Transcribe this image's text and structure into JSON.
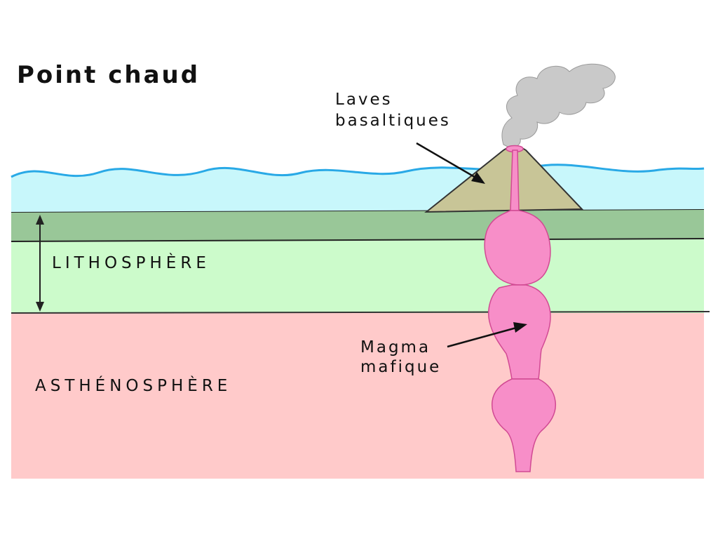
{
  "title": "Point chaud",
  "labels": {
    "lithosphere": "LITHOSPHÈRE",
    "asthenosphere": "ASTHÉNOSPHÈRE",
    "lava_line1": "Laves",
    "lava_line2": "basaltiques",
    "magma_line1": "Magma",
    "magma_line2": "mafique"
  },
  "colors": {
    "ocean": "#c8f7fb",
    "ocean_line": "#29a9e6",
    "crust": "#99c798",
    "lithosphere": "#ccfbcb",
    "asthenosphere": "#ffcaca",
    "volcano": "#c8c597",
    "magma": "#f78ec8",
    "magma_outline": "#d14a93",
    "smoke": "#c9c9c9"
  }
}
